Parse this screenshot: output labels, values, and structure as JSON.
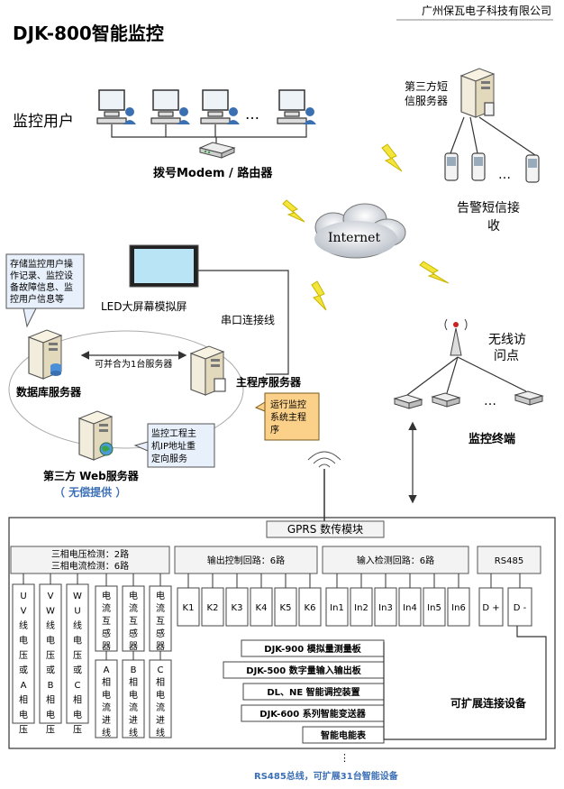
{
  "company": "广州保瓦电子科技有限公司",
  "title": "DJK-800智能监控",
  "monitor_users_label": "监控用户",
  "modem_label": "拨号Modem / 路由器",
  "ellipsis": "…",
  "sms_server_label": [
    "第三方短",
    "信服务器"
  ],
  "alarm_label": [
    "告警短信接",
    "收"
  ],
  "internet_label": "Internet",
  "led_label": "LED大屏幕模拟屏",
  "serial_label": "串口连接线",
  "db_note": [
    "存储监控用户操",
    "作记录、监控设",
    "备故障信息、监",
    "控用户信息等"
  ],
  "merge_label": "可并合为1台服务器",
  "db_server_label": "数据库服务器",
  "main_server_label": "主程序服务器",
  "main_note": [
    "运行监控",
    "系统主程",
    "序"
  ],
  "web_note": [
    "监控工程主",
    "机IP地址重",
    "定向服务"
  ],
  "web_server_label": "第三方 Web服务器",
  "web_free_label": "（ 无偿提供 ）",
  "wireless_ap_label": [
    "无线访",
    "问点"
  ],
  "terminal_label": "监控终端",
  "gprs_label": "GPRS 数传模块",
  "group1": [
    "三相电压检测：2路",
    "三相电流检测：6路"
  ],
  "group2": "输出控制回路：6路",
  "group3": "输入检测回路：6路",
  "group4": "RS485",
  "voltage_cols": [
    "UV线电压或A相电压",
    "VW线电压或B相电压",
    "WU线电压或C相电压"
  ],
  "ct_cols": [
    "电流互感器",
    "电流互感器",
    "电流互感器"
  ],
  "ct_phase": [
    "A相电流进线",
    "B相电流进线",
    "C相电流进线"
  ],
  "outputs": [
    "K1",
    "K2",
    "K3",
    "K4",
    "K5",
    "K6"
  ],
  "inputs": [
    "In1",
    "In2",
    "In3",
    "In4",
    "In5",
    "In6"
  ],
  "rs485_pins": [
    "D +",
    "D -"
  ],
  "devices": [
    "DJK-900 模拟量测量板",
    "DJK-500 数字量输入输出板",
    "DL、NE 智能调控装置",
    "DJK-600 系列智能变送器",
    "智能电能表"
  ],
  "device_ellipsis": "⋮",
  "expand_label": "可扩展连接设备",
  "rs485_bus_label": "RS485总线，可扩展31台智能设备",
  "colors": {
    "note_blue": "#e8f0fb",
    "note_orange": "#fbd089",
    "lightning": "#f3e53a",
    "bus_text": "#3b6fb6",
    "web_free": "#3b6fb6"
  }
}
